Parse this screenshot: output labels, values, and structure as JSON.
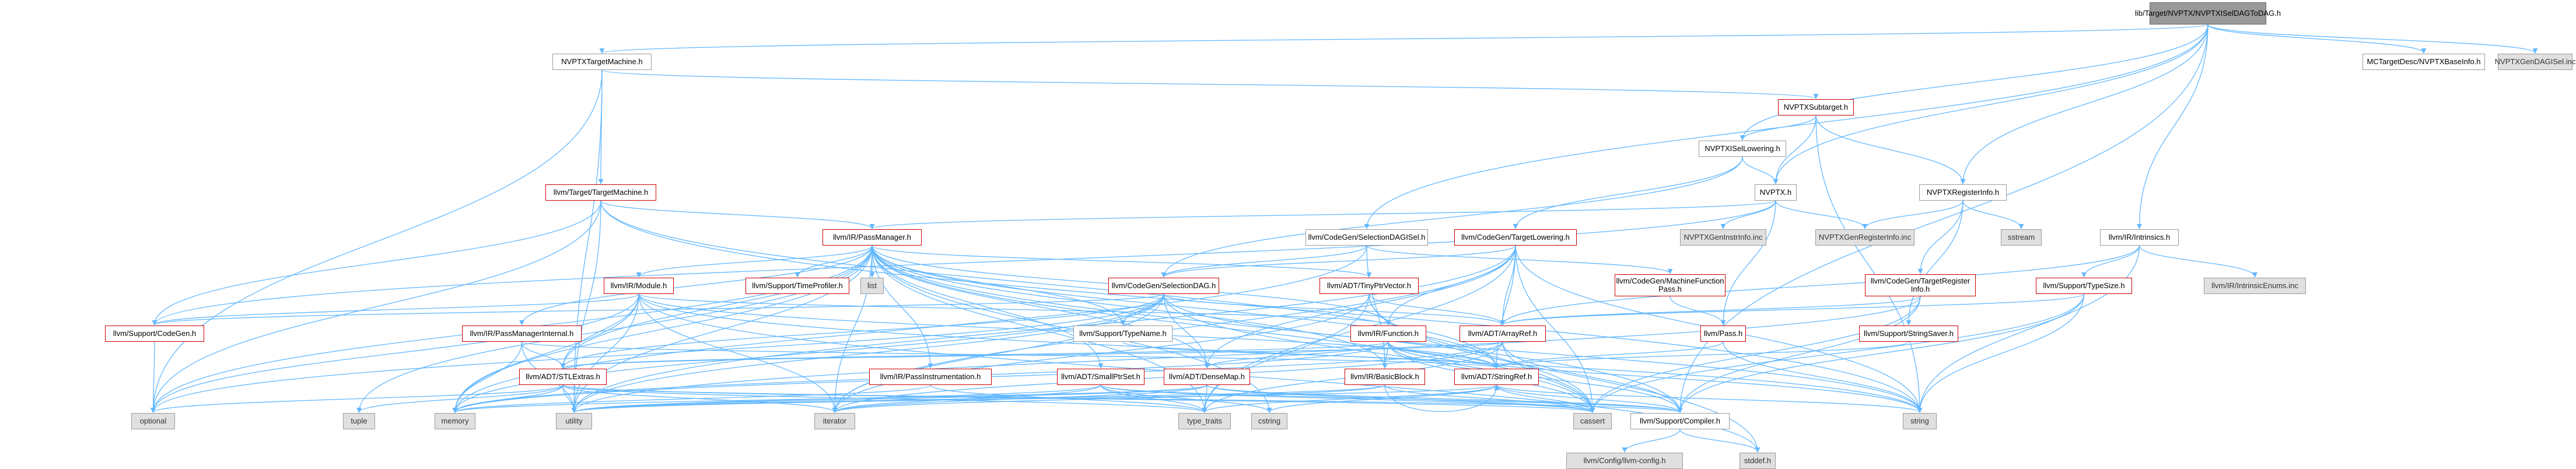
{
  "graph": {
    "nodes": [
      {
        "id": "root",
        "label": "lib/Target/NVPTX/NVPTXISelDAGToDAG.h",
        "style": "root"
      },
      {
        "id": "nvptx_target_machine",
        "label": "NVPTXTargetMachine.h",
        "style": "normal"
      },
      {
        "id": "mc_base_info",
        "label": "MCTargetDesc/NVPTXBaseInfo.h",
        "style": "normal"
      },
      {
        "id": "gen_dag_isel",
        "label": "NVPTXGenDAGISel.inc",
        "style": "grey"
      },
      {
        "id": "nvptx_subtarget",
        "label": "NVPTXSubtarget.h",
        "style": "red"
      },
      {
        "id": "nvptx_isel_lowering",
        "label": "NVPTXISelLowering.h",
        "style": "normal"
      },
      {
        "id": "target_machine",
        "label": "llvm/Target/TargetMachine.h",
        "style": "red"
      },
      {
        "id": "nvptx_h",
        "label": "NVPTX.h",
        "style": "normal"
      },
      {
        "id": "nvptx_register_info",
        "label": "NVPTXRegisterInfo.h",
        "style": "normal"
      },
      {
        "id": "gen_instr_info",
        "label": "NVPTXGenInstrInfo.inc",
        "style": "grey"
      },
      {
        "id": "gen_register_info",
        "label": "NVPTXGenRegisterInfo.inc",
        "style": "grey"
      },
      {
        "id": "sstream",
        "label": "sstream",
        "style": "grey"
      },
      {
        "id": "pass_manager",
        "label": "llvm/IR/PassManager.h",
        "style": "red"
      },
      {
        "id": "selection_dag_isel",
        "label": "llvm/CodeGen/SelectionDAGISel.h",
        "style": "normal"
      },
      {
        "id": "target_lowering",
        "label": "llvm/CodeGen/TargetLowering.h",
        "style": "red"
      },
      {
        "id": "intrinsics",
        "label": "llvm/IR/Intrinsics.h",
        "style": "normal"
      },
      {
        "id": "intrinsic_enums",
        "label": "llvm/IR/IntrinsicEnums.inc",
        "style": "grey"
      },
      {
        "id": "ir_module",
        "label": "llvm/IR/Module.h",
        "style": "red"
      },
      {
        "id": "time_profiler",
        "label": "llvm/Support/TimeProfiler.h",
        "style": "red"
      },
      {
        "id": "list",
        "label": "list",
        "style": "grey"
      },
      {
        "id": "selection_dag",
        "label": "llvm/CodeGen/SelectionDAG.h",
        "style": "red"
      },
      {
        "id": "tiny_ptr_vector",
        "label": "llvm/ADT/TinyPtrVector.h",
        "style": "red"
      },
      {
        "id": "machine_function_pass",
        "label": "llvm/CodeGen/MachineFunction\nPass.h",
        "style": "red"
      },
      {
        "id": "target_register_info",
        "label": "llvm/CodeGen/TargetRegister\nInfo.h",
        "style": "red"
      },
      {
        "id": "type_size",
        "label": "llvm/Support/TypeSize.h",
        "style": "red"
      },
      {
        "id": "support_codegen",
        "label": "llvm/Support/CodeGen.h",
        "style": "red"
      },
      {
        "id": "pass_manager_internal",
        "label": "llvm/IR/PassManagerInternal.h",
        "style": "red"
      },
      {
        "id": "type_name",
        "label": "llvm/Support/TypeName.h",
        "style": "normal"
      },
      {
        "id": "ir_function",
        "label": "llvm/IR/Function.h",
        "style": "red"
      },
      {
        "id": "array_ref",
        "label": "llvm/ADT/ArrayRef.h",
        "style": "red"
      },
      {
        "id": "pass_h",
        "label": "llvm/Pass.h",
        "style": "red"
      },
      {
        "id": "string_saver",
        "label": "llvm/Support/StringSaver.h",
        "style": "red"
      },
      {
        "id": "stl_extras",
        "label": "llvm/ADT/STLExtras.h",
        "style": "red"
      },
      {
        "id": "pass_instrumentation",
        "label": "llvm/IR/PassInstrumentation.h",
        "style": "red"
      },
      {
        "id": "small_ptr_set",
        "label": "llvm/ADT/SmallPtrSet.h",
        "style": "red"
      },
      {
        "id": "dense_map",
        "label": "llvm/ADT/DenseMap.h",
        "style": "red"
      },
      {
        "id": "basic_block",
        "label": "llvm/IR/BasicBlock.h",
        "style": "red"
      },
      {
        "id": "string_ref",
        "label": "llvm/ADT/StringRef.h",
        "style": "red"
      },
      {
        "id": "optional",
        "label": "optional",
        "style": "grey"
      },
      {
        "id": "tuple",
        "label": "tuple",
        "style": "grey"
      },
      {
        "id": "memory",
        "label": "memory",
        "style": "grey"
      },
      {
        "id": "utility",
        "label": "utility",
        "style": "grey"
      },
      {
        "id": "iterator",
        "label": "iterator",
        "style": "grey"
      },
      {
        "id": "type_traits",
        "label": "type_traits",
        "style": "grey"
      },
      {
        "id": "cstring",
        "label": "cstring",
        "style": "grey"
      },
      {
        "id": "cassert",
        "label": "cassert",
        "style": "grey"
      },
      {
        "id": "compiler",
        "label": "llvm/Support/Compiler.h",
        "style": "normal"
      },
      {
        "id": "string",
        "label": "string",
        "style": "grey"
      },
      {
        "id": "llvm_config",
        "label": "llvm/Config/llvm-config.h",
        "style": "grey"
      },
      {
        "id": "cstddef",
        "label": "stddef.h",
        "style": "grey"
      }
    ],
    "edges": [
      [
        "root",
        "nvptx_target_machine"
      ],
      [
        "root",
        "mc_base_info"
      ],
      [
        "root",
        "gen_dag_isel"
      ],
      [
        "root",
        "nvptx_isel_lowering"
      ],
      [
        "root",
        "nvptx_h"
      ],
      [
        "root",
        "nvptx_register_info"
      ],
      [
        "root",
        "selection_dag_isel"
      ],
      [
        "root",
        "intrinsics"
      ],
      [
        "root",
        "compiler"
      ],
      [
        "nvptx_target_machine",
        "nvptx_subtarget"
      ],
      [
        "nvptx_target_machine",
        "target_machine"
      ],
      [
        "nvptx_target_machine",
        "optional"
      ],
      [
        "nvptx_target_machine",
        "utility"
      ],
      [
        "nvptx_subtarget",
        "nvptx_isel_lowering"
      ],
      [
        "nvptx_subtarget",
        "nvptx_h"
      ],
      [
        "nvptx_subtarget",
        "nvptx_register_info"
      ],
      [
        "nvptx_subtarget",
        "string"
      ],
      [
        "nvptx_isel_lowering",
        "nvptx_h"
      ],
      [
        "nvptx_isel_lowering",
        "target_lowering"
      ],
      [
        "nvptx_isel_lowering",
        "selection_dag"
      ],
      [
        "target_machine",
        "pass_manager"
      ],
      [
        "target_machine",
        "support_codegen"
      ],
      [
        "target_machine",
        "optional"
      ],
      [
        "target_machine",
        "utility"
      ],
      [
        "target_machine",
        "string"
      ],
      [
        "target_machine",
        "string_ref"
      ],
      [
        "nvptx_h",
        "gen_instr_info"
      ],
      [
        "nvptx_h",
        "gen_register_info"
      ],
      [
        "nvptx_h",
        "pass_manager"
      ],
      [
        "nvptx_h",
        "support_codegen"
      ],
      [
        "nvptx_h",
        "pass_h"
      ],
      [
        "nvptx_register_info",
        "gen_register_info"
      ],
      [
        "nvptx_register_info",
        "sstream"
      ],
      [
        "nvptx_register_info",
        "target_register_info"
      ],
      [
        "nvptx_register_info",
        "string_saver"
      ],
      [
        "pass_manager",
        "ir_module"
      ],
      [
        "pass_manager",
        "time_profiler"
      ],
      [
        "pass_manager",
        "list"
      ],
      [
        "pass_manager",
        "tiny_ptr_vector"
      ],
      [
        "pass_manager",
        "pass_manager_internal"
      ],
      [
        "pass_manager",
        "type_name"
      ],
      [
        "pass_manager",
        "ir_function"
      ],
      [
        "pass_manager",
        "stl_extras"
      ],
      [
        "pass_manager",
        "pass_instrumentation"
      ],
      [
        "pass_manager",
        "small_ptr_set"
      ],
      [
        "pass_manager",
        "dense_map"
      ],
      [
        "pass_manager",
        "string_ref"
      ],
      [
        "pass_manager",
        "cassert"
      ],
      [
        "pass_manager",
        "memory"
      ],
      [
        "pass_manager",
        "utility"
      ],
      [
        "pass_manager",
        "tuple"
      ],
      [
        "pass_manager",
        "iterator"
      ],
      [
        "pass_manager",
        "optional"
      ],
      [
        "pass_manager",
        "cstring"
      ],
      [
        "pass_manager",
        "type_traits"
      ],
      [
        "pass_manager",
        "basic_block"
      ],
      [
        "pass_manager",
        "compiler"
      ],
      [
        "selection_dag_isel",
        "selection_dag"
      ],
      [
        "selection_dag_isel",
        "machine_function_pass"
      ],
      [
        "selection_dag_isel",
        "basic_block"
      ],
      [
        "selection_dag_isel",
        "memory"
      ],
      [
        "target_lowering",
        "selection_dag"
      ],
      [
        "target_lowering",
        "array_ref"
      ],
      [
        "target_lowering",
        "dense_map"
      ],
      [
        "target_lowering",
        "string_ref"
      ],
      [
        "target_lowering",
        "cassert"
      ],
      [
        "target_lowering",
        "string"
      ],
      [
        "target_lowering",
        "utility"
      ],
      [
        "target_lowering",
        "iterator"
      ],
      [
        "target_lowering",
        "ir_function"
      ],
      [
        "target_lowering",
        "type_traits"
      ],
      [
        "intrinsics",
        "intrinsic_enums"
      ],
      [
        "intrinsics",
        "type_size"
      ],
      [
        "intrinsics",
        "array_ref"
      ],
      [
        "intrinsics",
        "string"
      ],
      [
        "ir_module",
        "stl_extras"
      ],
      [
        "ir_module",
        "string_ref"
      ],
      [
        "ir_module",
        "ir_function"
      ],
      [
        "ir_module",
        "support_codegen"
      ],
      [
        "ir_module",
        "memory"
      ],
      [
        "ir_module",
        "optional"
      ],
      [
        "ir_module",
        "utility"
      ],
      [
        "ir_module",
        "iterator"
      ],
      [
        "ir_module",
        "string"
      ],
      [
        "ir_module",
        "cstddef"
      ],
      [
        "selection_dag",
        "array_ref"
      ],
      [
        "selection_dag",
        "dense_map"
      ],
      [
        "selection_dag",
        "stl_extras"
      ],
      [
        "selection_dag",
        "support_codegen"
      ],
      [
        "selection_dag",
        "cassert"
      ],
      [
        "selection_dag",
        "memory"
      ],
      [
        "selection_dag",
        "utility"
      ],
      [
        "selection_dag",
        "iterator"
      ],
      [
        "selection_dag",
        "string"
      ],
      [
        "selection_dag",
        "type_name"
      ],
      [
        "selection_dag",
        "optional"
      ],
      [
        "tiny_ptr_vector",
        "array_ref"
      ],
      [
        "tiny_ptr_vector",
        "cassert"
      ],
      [
        "tiny_ptr_vector",
        "cstddef"
      ],
      [
        "tiny_ptr_vector",
        "iterator"
      ],
      [
        "tiny_ptr_vector",
        "type_traits"
      ],
      [
        "machine_function_pass",
        "pass_h"
      ],
      [
        "target_register_info",
        "array_ref"
      ],
      [
        "target_register_info",
        "cassert"
      ],
      [
        "target_register_info",
        "utility"
      ],
      [
        "target_register_info",
        "compiler"
      ],
      [
        "type_size",
        "compiler"
      ],
      [
        "type_size",
        "cassert"
      ],
      [
        "type_size",
        "string"
      ],
      [
        "type_size",
        "array_ref"
      ],
      [
        "support_codegen",
        "optional"
      ],
      [
        "pass_manager_internal",
        "stl_extras"
      ],
      [
        "pass_manager_internal",
        "string_ref"
      ],
      [
        "pass_manager_internal",
        "memory"
      ],
      [
        "pass_manager_internal",
        "utility"
      ],
      [
        "type_name",
        "string_ref"
      ],
      [
        "ir_function",
        "basic_block"
      ],
      [
        "ir_function",
        "dense_map"
      ],
      [
        "ir_function",
        "string_ref"
      ],
      [
        "ir_function",
        "cassert"
      ],
      [
        "ir_function",
        "memory"
      ],
      [
        "ir_function",
        "string"
      ],
      [
        "ir_function",
        "compiler"
      ],
      [
        "ir_function",
        "stl_extras"
      ],
      [
        "array_ref",
        "stl_extras"
      ],
      [
        "array_ref",
        "compiler"
      ],
      [
        "array_ref",
        "cassert"
      ],
      [
        "array_ref",
        "iterator"
      ],
      [
        "array_ref",
        "memory"
      ],
      [
        "array_ref",
        "type_traits"
      ],
      [
        "pass_h",
        "string_ref"
      ],
      [
        "pass_h",
        "string"
      ],
      [
        "string_saver",
        "string_ref"
      ],
      [
        "stl_extras",
        "optional"
      ],
      [
        "stl_extras",
        "tuple"
      ],
      [
        "stl_extras",
        "memory"
      ],
      [
        "stl_extras",
        "utility"
      ],
      [
        "stl_extras",
        "iterator"
      ],
      [
        "stl_extras",
        "cassert"
      ],
      [
        "stl_extras",
        "type_traits"
      ],
      [
        "stl_extras",
        "compiler"
      ],
      [
        "pass_instrumentation",
        "type_traits"
      ],
      [
        "pass_instrumentation",
        "memory"
      ],
      [
        "small_ptr_set",
        "compiler"
      ],
      [
        "small_ptr_set",
        "cassert"
      ],
      [
        "small_ptr_set",
        "cstring"
      ],
      [
        "small_ptr_set",
        "iterator"
      ],
      [
        "small_ptr_set",
        "utility"
      ],
      [
        "small_ptr_set",
        "type_traits"
      ],
      [
        "dense_map",
        "compiler"
      ],
      [
        "dense_map",
        "cassert"
      ],
      [
        "dense_map",
        "iterator"
      ],
      [
        "dense_map",
        "utility"
      ],
      [
        "dense_map",
        "type_traits"
      ],
      [
        "dense_map",
        "memory"
      ],
      [
        "basic_block",
        "string_ref"
      ],
      [
        "basic_block",
        "cassert"
      ],
      [
        "basic_block",
        "iterator"
      ],
      [
        "basic_block",
        "utility"
      ],
      [
        "string_ref",
        "compiler"
      ],
      [
        "string_ref",
        "cassert"
      ],
      [
        "string_ref",
        "string"
      ],
      [
        "string_ref",
        "cstring"
      ],
      [
        "string_ref",
        "utility"
      ],
      [
        "string_ref",
        "type_traits"
      ],
      [
        "compiler",
        "llvm_config"
      ],
      [
        "compiler",
        "cstddef"
      ]
    ]
  },
  "colors": {
    "edge": "#63b8ff",
    "node_border": "#9b9b9b",
    "node_border_incomplete": "#cc0000",
    "node_fill_external": "#e0e0e0",
    "node_fill_root": "#999999"
  }
}
